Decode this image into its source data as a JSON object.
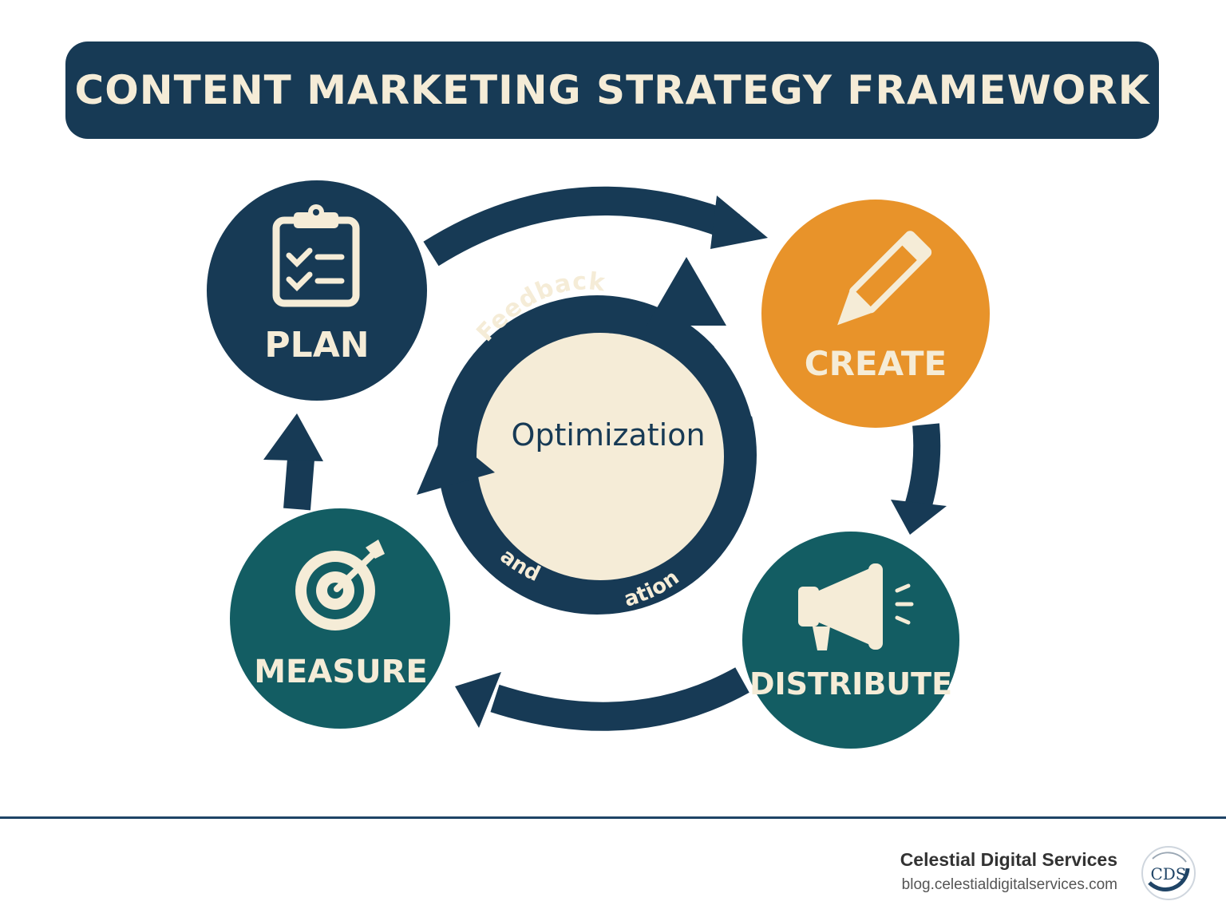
{
  "title": "CONTENT MARKETING STRATEGY FRAMEWORK",
  "stages": {
    "plan": {
      "label": "PLAN",
      "icon": "clipboard-checklist-icon",
      "color": "#173a55"
    },
    "create": {
      "label": "CREATE",
      "icon": "pencil-icon",
      "color": "#e8932a"
    },
    "distribute": {
      "label": "DISTRIBUTE",
      "icon": "megaphone-icon",
      "color": "#135d63"
    },
    "measure": {
      "label": "MEASURE",
      "icon": "target-arrow-icon",
      "color": "#135d63"
    }
  },
  "center": {
    "label": "Optimization",
    "ring_text_top": "Feedback",
    "ring_text_bottom_left": "and",
    "ring_text_bottom_right": "ation",
    "fill": "#f5ecd7"
  },
  "colors": {
    "navy": "#173a55",
    "cream": "#f5ecd7",
    "teal": "#135d63",
    "orange": "#e8932a"
  },
  "footer": {
    "company": "Celestial Digital Services",
    "url": "blog.celestialdigitalservices.com",
    "logo_letters": "CDS"
  }
}
